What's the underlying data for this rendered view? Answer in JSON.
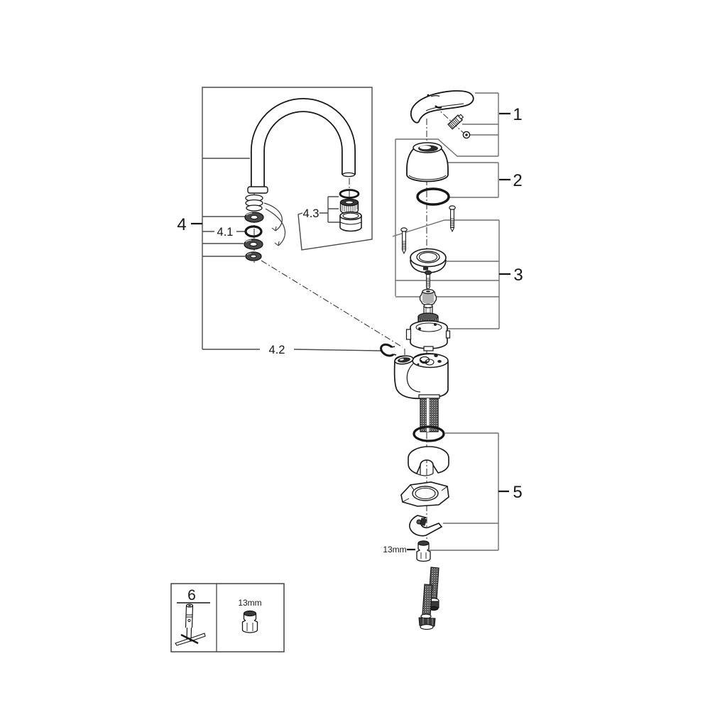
{
  "diagram": {
    "type": "exploded-parts-diagram",
    "subject": "single-lever kitchen faucet",
    "background_color": "#ffffff",
    "ink_color": "#161616",
    "leader_color": "#6e6e6e",
    "callouts": {
      "n1": "1",
      "n2": "2",
      "n3": "3",
      "n4": "4",
      "n4_1": "4.1",
      "n4_2": "4.2",
      "n4_3": "4.3",
      "n5": "5",
      "n6": "6"
    },
    "annotations": {
      "hose_connector_size": "13mm",
      "tool_socket_size": "13mm"
    }
  }
}
